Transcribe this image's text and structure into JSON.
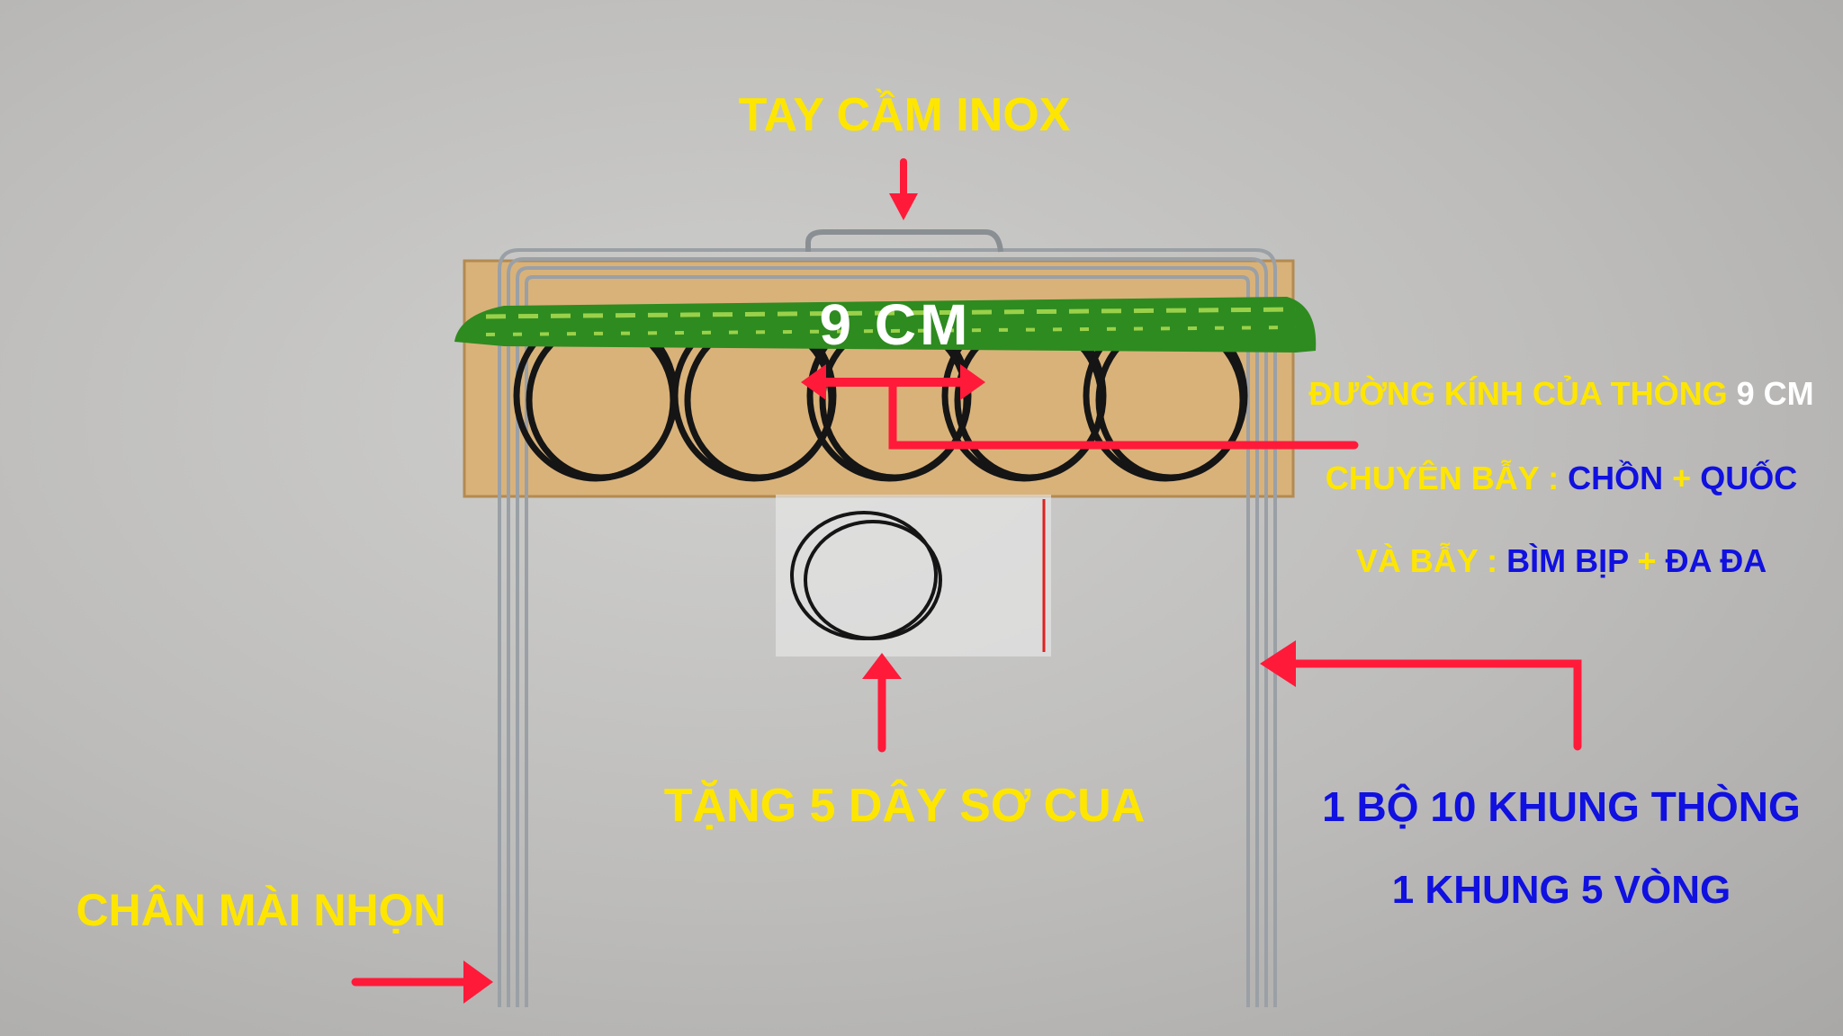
{
  "labels": {
    "handle": "TAY CẦM INOX",
    "size_on_strap": "9 CM",
    "diameter_prefix": "ĐƯỜNG KÍNH CỦA THÒNG",
    "diameter_value": "9 CM",
    "special_prefix": "CHUYÊN BẪY :",
    "special_target1": "CHỒN",
    "plus": "+",
    "special_target2": "QUỐC",
    "also_prefix": "VÀ BẪY :",
    "also_target1": "BÌM BỊP",
    "also_target2": "ĐA ĐA",
    "gift": "TẶNG 5 DÂY SƠ CUA",
    "set_title": "1 BỘ 10 KHUNG THÒNG",
    "set_subtitle": "1 KHUNG 5 VÒNG",
    "sharp_legs": "CHÂN MÀI NHỌN"
  },
  "colors": {
    "yellow": "#ffe600",
    "blue": "#1010e0",
    "arrow": "#ff1a3a",
    "strap": "#2e8b1f"
  }
}
